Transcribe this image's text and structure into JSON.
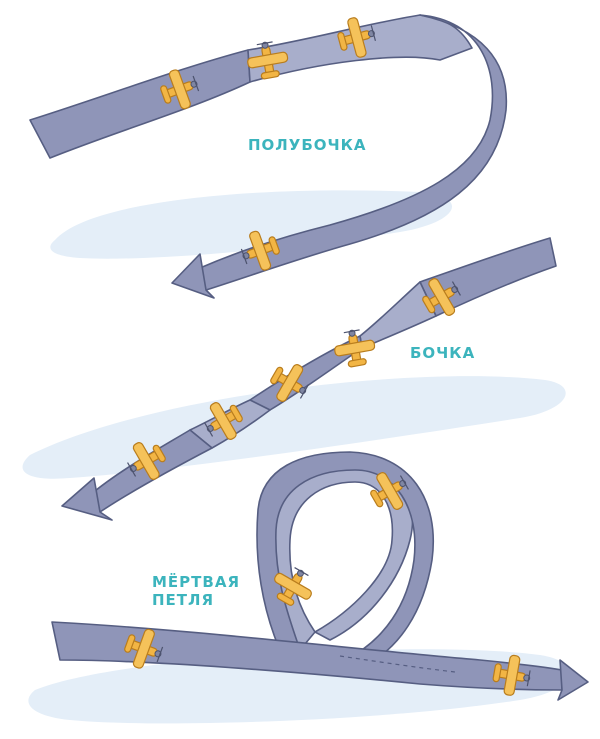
{
  "labels": {
    "half_roll": "ПОЛУБОЧКА",
    "barrel_roll": "БОЧКА",
    "loop_line1": "МЁРТВАЯ",
    "loop_line2": "ПЕТЛЯ"
  },
  "colors": {
    "ribbon_front": "#8f95b8",
    "ribbon_back": "#a8aecb",
    "ribbon_outline": "#565e82",
    "shadow": "#e4eef8",
    "plane": "#f2b544",
    "plane_outline": "#b97d1d",
    "label": "#3cb4bd"
  },
  "icons": [
    "biplane-icon",
    "arrow-head-icon"
  ]
}
